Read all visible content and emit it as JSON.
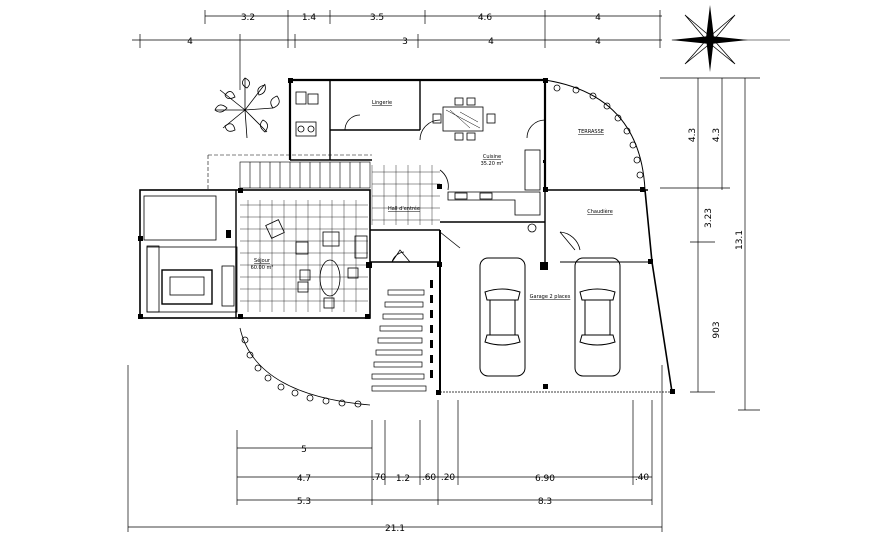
{
  "rooms": {
    "lingerie": "Lingerie",
    "terrasse": "TERRASSE",
    "cuisine": "Cuisine",
    "cuisine_area": "35.20 m²",
    "hall": "Hall d'entrée",
    "chaudiere": "Chaudière",
    "garage": "Garage 2 places",
    "sejour": "Séjour",
    "sejour_area": "60.00 m²"
  },
  "dimensions": {
    "top_row1": [
      "3.2",
      "1.4",
      "3.5",
      "4.6",
      "4"
    ],
    "top_row2": [
      "4",
      "3",
      "4",
      "4"
    ],
    "right_inner": [
      "4.3",
      "3.23",
      "903"
    ],
    "right_outer": [
      "4.3",
      "13.1"
    ],
    "bottom_row1": [
      "5"
    ],
    "bottom_row2": [
      "4.7",
      "1.2",
      "6.90"
    ],
    "bottom_row2_small": [
      ".70",
      ".60",
      ".20",
      ".40"
    ],
    "bottom_row3": [
      "5.3",
      "8.3"
    ],
    "overall": "21.1"
  }
}
